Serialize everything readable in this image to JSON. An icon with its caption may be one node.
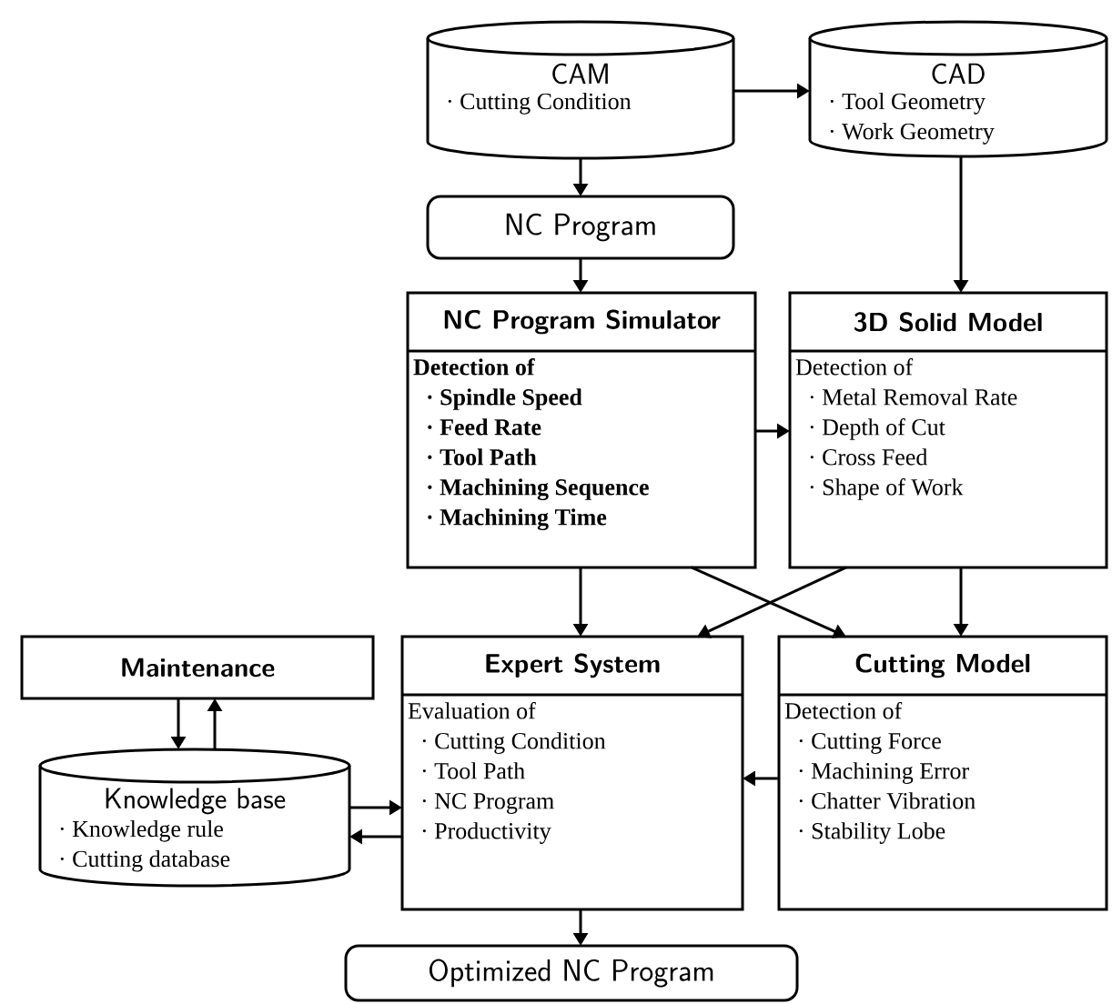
{
  "diagram": {
    "nodes": [
      {
        "text": [
          "CAM",
          "· Cutting Condition"
        ]
      },
      {
        "text": [
          "CAD",
          "· Tool Geometry",
          "· Work Geometry"
        ]
      },
      {
        "text": [
          "NC Program"
        ]
      },
      {
        "text": [
          "NC Program Simulator",
          "Detection of",
          "· Spindle Speed",
          "· Feed Rate",
          "· Tool Path",
          "· Machining Sequence",
          "· Machining Time"
        ]
      },
      {
        "text": [
          "3D Solid Model",
          "Detection of",
          "· Metal Removal Rate",
          "· Depth of Cut",
          "· Cross Feed",
          "· Shape of Work"
        ]
      },
      {
        "text": [
          "Maintenance"
        ]
      },
      {
        "text": [
          "Expert System",
          "Evaluation of",
          "· Cutting Condition",
          "· Tool Path",
          "· NC Program",
          "· Productivity"
        ]
      },
      {
        "text": [
          "Cutting Model",
          "Detection of",
          "· Cutting Force",
          "· Machining Error",
          "· Chatter Vibration",
          "· Stability Lobe"
        ]
      },
      {
        "text": [
          "Knowledge base",
          "· Knowledge rule",
          "· Cutting database"
        ]
      },
      {
        "text": [
          "Optimized NC Program"
        ]
      }
    ],
    "edges": [
      {
        "from": 0,
        "to": 1,
        "arrow": "to"
      },
      {
        "from": 0,
        "to": 2,
        "arrow": "to"
      },
      {
        "from": 2,
        "to": 3,
        "arrow": "to"
      },
      {
        "from": 1,
        "to": 4,
        "arrow": "to"
      },
      {
        "from": 3,
        "to": 4,
        "arrow": "to"
      },
      {
        "from": 3,
        "to": 6,
        "arrow": "to"
      },
      {
        "from": 3,
        "to": 7,
        "arrow": "to"
      },
      {
        "from": 4,
        "to": 6,
        "arrow": "to"
      },
      {
        "from": 4,
        "to": 7,
        "arrow": "to"
      },
      {
        "from": 5,
        "to": 8,
        "arrow": "to"
      },
      {
        "from": 8,
        "to": 5,
        "arrow": "to"
      },
      {
        "from": 8,
        "to": 6,
        "arrow": "to"
      },
      {
        "from": 6,
        "to": 8,
        "arrow": "to"
      },
      {
        "from": 7,
        "to": 6,
        "arrow": "to"
      },
      {
        "from": 6,
        "to": 9,
        "arrow": "to"
      }
    ]
  }
}
